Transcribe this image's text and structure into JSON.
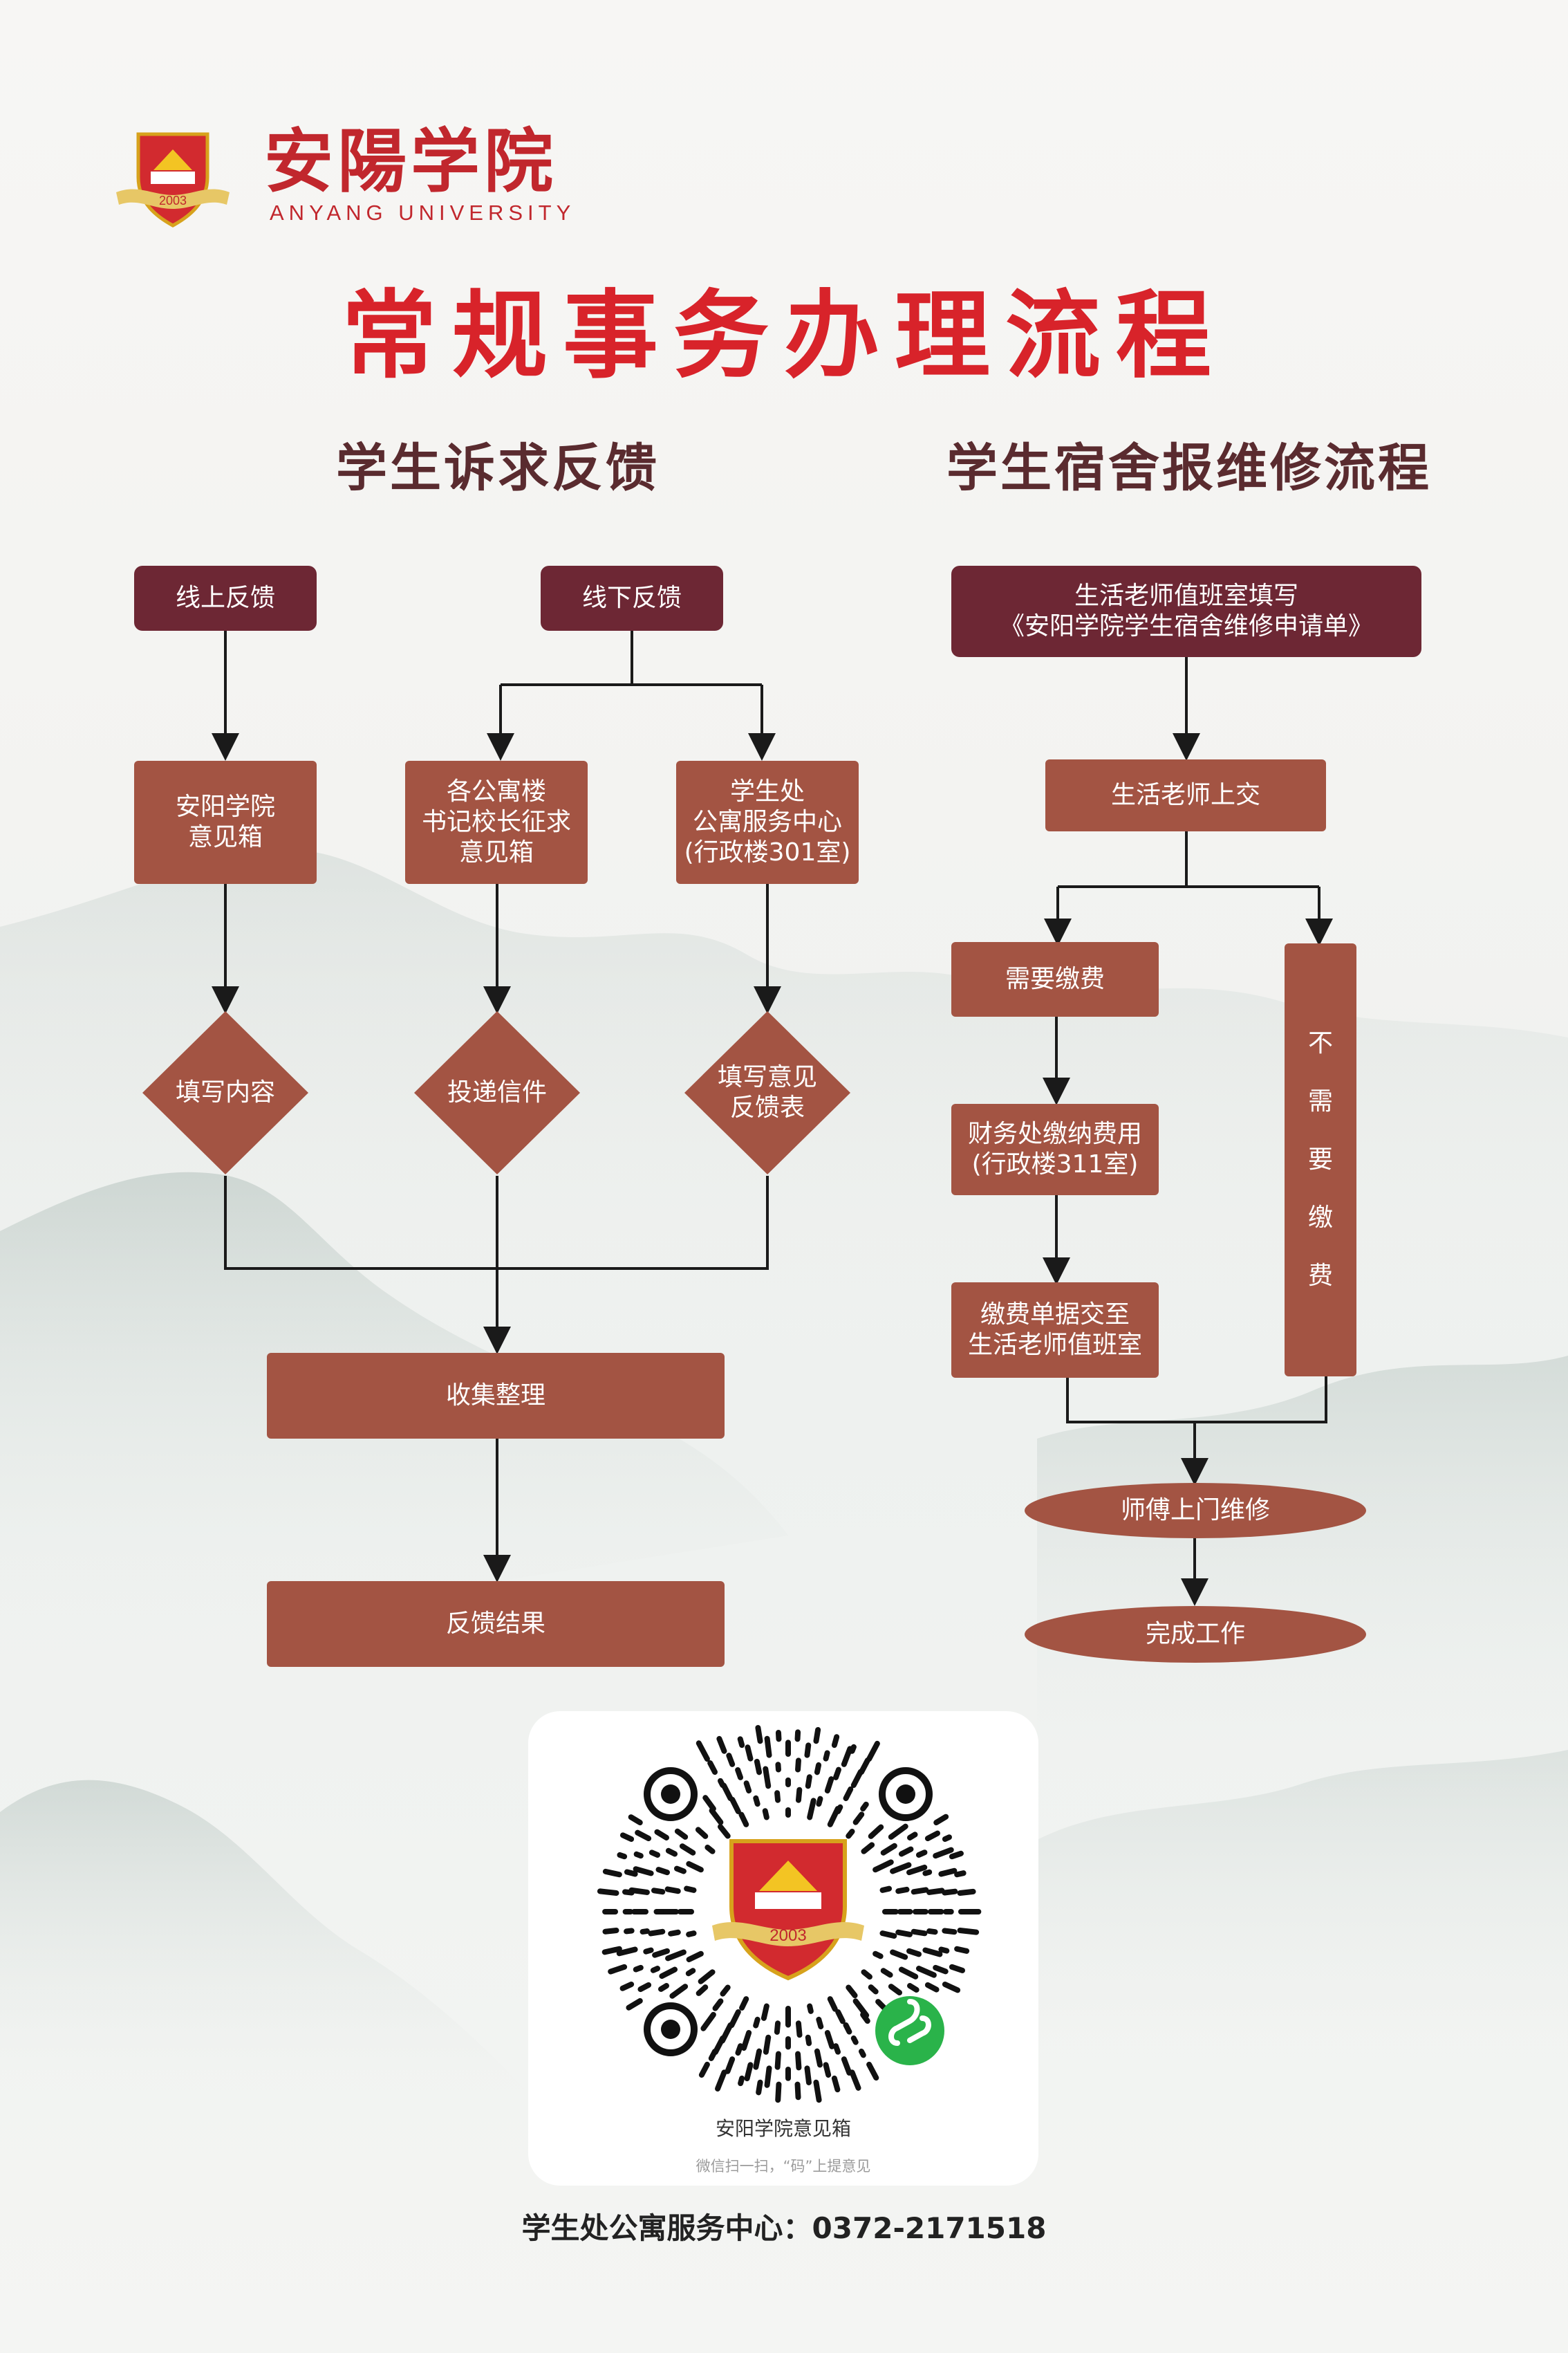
{
  "school": {
    "name_cn": "安陽学院",
    "name_en": "ANYANG UNIVERSITY",
    "emblem_year": "2003"
  },
  "page_title": "常规事务办理流程",
  "left_flow": {
    "title": "学生诉求反馈",
    "online": "线上反馈",
    "offline": "线下反馈",
    "box_suggestion": [
      "安阳学院",
      "意见箱"
    ],
    "box_apartment": [
      "各公寓楼",
      "书记校长征求",
      "意见箱"
    ],
    "box_service": [
      "学生处",
      "公寓服务中心",
      "(行政楼301室)"
    ],
    "diamond_fill": "填写内容",
    "diamond_deliver": "投递信件",
    "diamond_form": [
      "填写意见",
      "反馈表"
    ],
    "collect": "收集整理",
    "result": "反馈结果"
  },
  "right_flow": {
    "title": "学生宿舍报维修流程",
    "top_box": [
      "生活老师值班室填写",
      "《安阳学院学生宿舍维修申请单》"
    ],
    "submit": "生活老师上交",
    "need_pay": "需要缴费",
    "finance": [
      "财务处缴纳费用",
      "(行政楼311室)"
    ],
    "receipt": [
      "缴费单据交至",
      "生活老师值班室"
    ],
    "no_pay": [
      "不",
      "需",
      "要",
      "缴",
      "费"
    ],
    "repair": "师傅上门维修",
    "done": "完成工作"
  },
  "qr": {
    "name": "安阳学院意见箱",
    "hint": "微信扫一扫，“码”上提意见",
    "emblem_year": "2003"
  },
  "contact": "学生处公寓服务中心：0372-2171518",
  "colors": {
    "title_red": "#d8232a",
    "dark_box": "#6d2734",
    "brown_box": "#a35443",
    "section_title": "#5a2b2f"
  }
}
